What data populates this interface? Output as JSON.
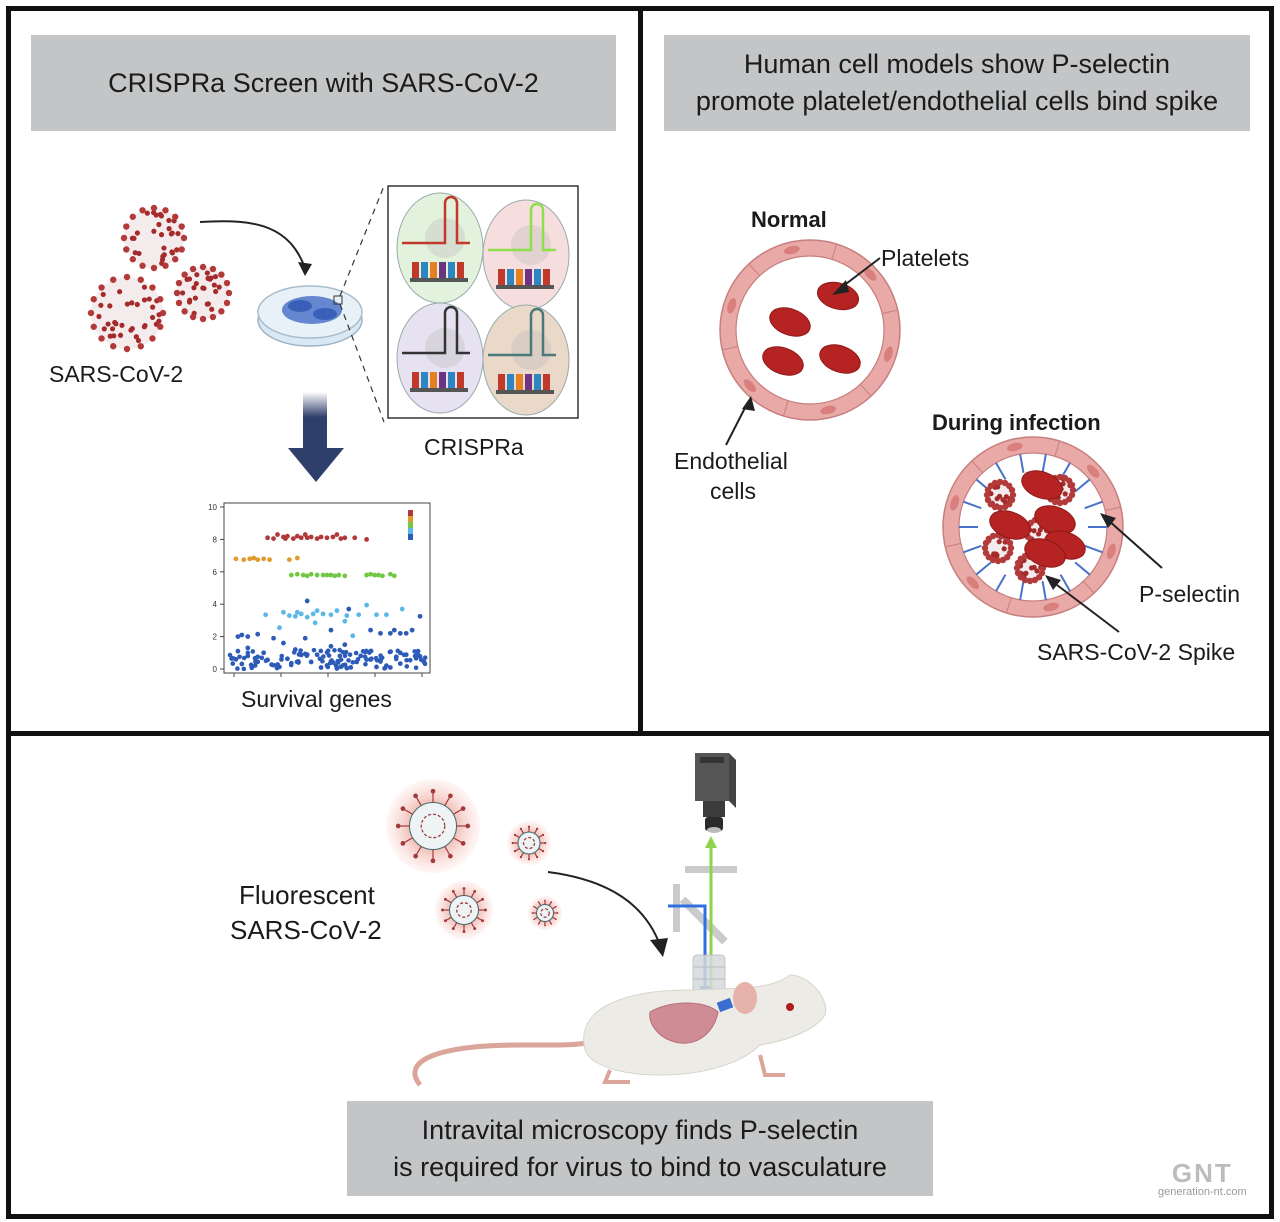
{
  "panels": {
    "crispr": {
      "title": "CRISPRa Screen with SARS-CoV-2",
      "virus_label": "SARS-CoV-2",
      "crispra_label": "CRISPRa",
      "plot_xlabel": "Survival genes"
    },
    "human_cells": {
      "title_line1": "Human cell models show P-selectin",
      "title_line2": "promote platelet/endothelial cells bind spike",
      "normal_label": "Normal",
      "platelets_label": "Platelets",
      "endothelial_label_line1": "Endothelial",
      "endothelial_label_line2": "cells",
      "infection_label": "During infection",
      "pselectin_label": "P-selectin",
      "spike_label": "SARS-CoV-2 Spike"
    },
    "intravital": {
      "virus_label_line1": "Fluorescent",
      "virus_label_line2": "SARS-CoV-2",
      "title_line1": "Intravital microscopy finds P-selectin",
      "title_line2": "is required for virus to bind to vasculature"
    }
  },
  "watermark": {
    "logo": "GNT",
    "site": "generation-nt.com"
  },
  "colors": {
    "banner": "#c3c5c6",
    "virus_red": "#a52a2a",
    "platelet_red": "#b52323",
    "vessel_pink": "#e8a9a7",
    "arrow_navy": "#2e3f6b",
    "light_green": "#8ed34a",
    "light_blue": "#2f6fe0"
  },
  "chart_data": {
    "type": "scatter",
    "title": "",
    "xlabel": "Survival genes",
    "ylabel": "",
    "ylim": [
      0,
      10
    ],
    "yticks": [
      "0",
      "2",
      "4",
      "6",
      "8",
      "10"
    ],
    "legend": "top-right color bar (red, orange, green, light blue, blue)",
    "series": [
      {
        "name": "tier-red",
        "color": "#b2383a",
        "y": [
          8.1,
          8.05,
          8.3,
          8.15,
          8.05,
          8.2,
          8.05,
          8.2,
          8.1,
          8.3,
          8.1,
          8.15,
          8.05,
          8.15,
          8.1,
          8.15,
          8.3,
          8.05,
          8.1,
          8.1,
          8.0
        ],
        "x": [
          0.2,
          0.23,
          0.25,
          0.28,
          0.29,
          0.3,
          0.33,
          0.35,
          0.37,
          0.39,
          0.4,
          0.42,
          0.45,
          0.47,
          0.5,
          0.53,
          0.55,
          0.57,
          0.59,
          0.64,
          0.7
        ]
      },
      {
        "name": "tier-orange",
        "color": "#e29a2c",
        "y": [
          6.8,
          6.75,
          6.8,
          6.85,
          6.75,
          6.8,
          6.75,
          6.75,
          6.85
        ],
        "x": [
          0.04,
          0.08,
          0.11,
          0.13,
          0.15,
          0.18,
          0.21,
          0.31,
          0.35
        ]
      },
      {
        "name": "tier-green",
        "color": "#72c845",
        "y": [
          5.8,
          5.85,
          5.8,
          5.75,
          5.85,
          5.8,
          5.8,
          5.8,
          5.8,
          5.75,
          5.8,
          5.75,
          5.8,
          5.85,
          5.8,
          5.8,
          5.75,
          5.85,
          5.75
        ],
        "x": [
          0.32,
          0.35,
          0.38,
          0.4,
          0.42,
          0.45,
          0.48,
          0.5,
          0.52,
          0.54,
          0.56,
          0.59,
          0.7,
          0.72,
          0.74,
          0.76,
          0.78,
          0.82,
          0.84
        ]
      },
      {
        "name": "tier-lightblue",
        "color": "#5bb8e6",
        "y": [
          3.35,
          3.5,
          3.3,
          3.25,
          3.5,
          3.4,
          3.2,
          3.4,
          3.6,
          3.4,
          3.35,
          3.6,
          3.3,
          3.35,
          2.55,
          2.05,
          3.95,
          3.35,
          3.35,
          3.7,
          2.85,
          2.95
        ],
        "x": [
          0.19,
          0.28,
          0.31,
          0.34,
          0.35,
          0.37,
          0.4,
          0.43,
          0.45,
          0.48,
          0.52,
          0.55,
          0.6,
          0.66,
          0.26,
          0.63,
          0.7,
          0.75,
          0.8,
          0.88,
          0.44,
          0.59
        ]
      },
      {
        "name": "tier-blue-high",
        "color": "#2d5bb8",
        "y": [
          4.2,
          2.0,
          2.1,
          2.0,
          2.15,
          1.9,
          1.9,
          2.4,
          3.7,
          2.4,
          2.2,
          2.2,
          2.4,
          2.2,
          2.2,
          2.4,
          3.25,
          1.3,
          1.6,
          1.4,
          1.5,
          1.1,
          1.0,
          1.2,
          1.1,
          1.0,
          1.1
        ],
        "x": [
          0.4,
          0.05,
          0.07,
          0.1,
          0.15,
          0.23,
          0.39,
          0.52,
          0.61,
          0.72,
          0.77,
          0.82,
          0.84,
          0.87,
          0.9,
          0.93,
          0.97,
          0.1,
          0.28,
          0.52,
          0.59,
          0.05,
          0.18,
          0.34,
          0.72,
          0.87,
          0.96
        ]
      },
      {
        "name": "tier-blue-low",
        "color": "#2d5bb8",
        "y": [
          0,
          0,
          0,
          0,
          0,
          0,
          0,
          0,
          0,
          0,
          0,
          0,
          0,
          0,
          0,
          0,
          0,
          0,
          0,
          0,
          0,
          0,
          0,
          0,
          0,
          0,
          0,
          0,
          0,
          0,
          0,
          0,
          0,
          0,
          0,
          0,
          0,
          0,
          0,
          0
        ],
        "x": [
          0.02,
          0.04,
          0.07,
          0.1,
          0.12,
          0.15,
          0.17,
          0.2,
          0.22,
          0.25,
          0.27,
          0.3,
          0.32,
          0.35,
          0.37,
          0.4,
          0.42,
          0.45,
          0.47,
          0.5,
          0.52,
          0.55,
          0.57,
          0.6,
          0.62,
          0.65,
          0.67,
          0.7,
          0.72,
          0.75,
          0.77,
          0.8,
          0.82,
          0.85,
          0.87,
          0.9,
          0.92,
          0.95,
          0.97,
          0.99
        ]
      }
    ]
  }
}
